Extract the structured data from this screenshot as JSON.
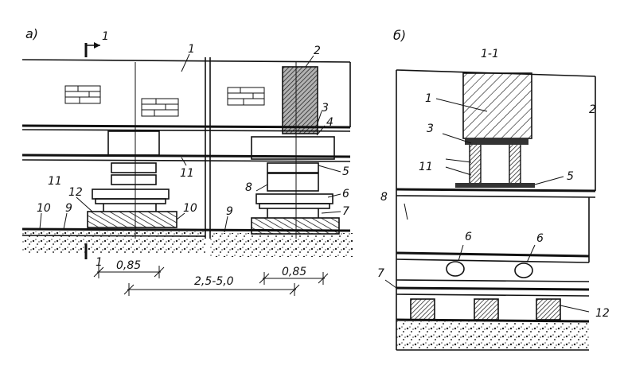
{
  "panels": {
    "a": {
      "label": "а)"
    },
    "b": {
      "label": "б)",
      "section_label": "1-1"
    }
  },
  "section_marks": {
    "top": "1",
    "bottom": "1"
  },
  "callouts_a": {
    "c1": "1",
    "c1b": "1",
    "c2": "2",
    "c3": "3",
    "c4": "4",
    "c5": "5",
    "c6": "6",
    "c7": "7",
    "c8": "8",
    "c9": "9",
    "c9b": "9",
    "c10": "10",
    "c10b": "10",
    "c11": "11",
    "c11b": "11",
    "c12": "12"
  },
  "callouts_b": {
    "c1": "1",
    "c2": "2",
    "c3": "3",
    "c5": "5",
    "c6": "6",
    "c6b": "6",
    "c7": "7",
    "c8": "8",
    "c11": "11",
    "c12": "12"
  },
  "dimensions": {
    "d1": "0,85",
    "d2": "2,5-5,0",
    "d3": "0,85"
  }
}
